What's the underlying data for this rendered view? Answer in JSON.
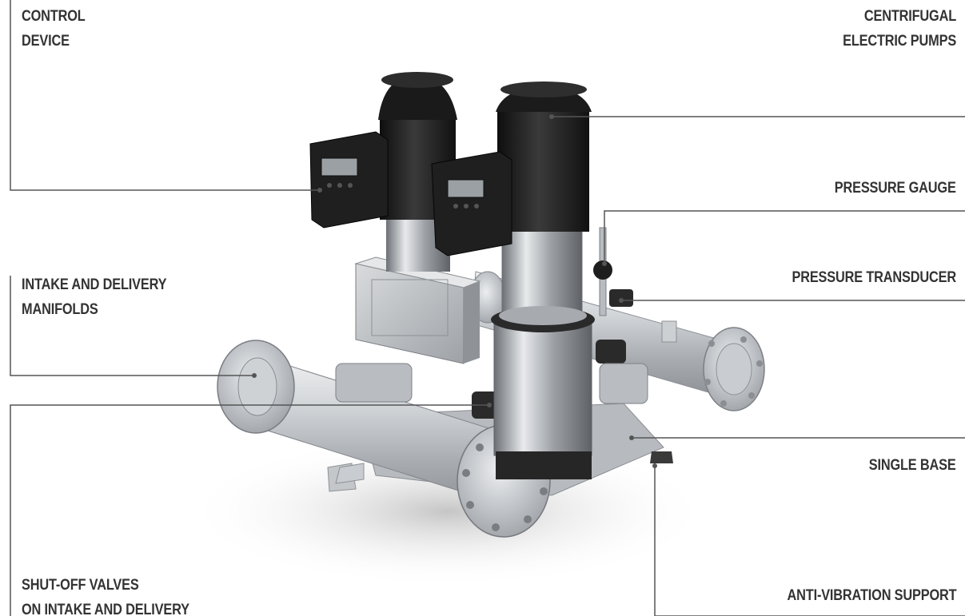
{
  "labels": {
    "control_device": [
      "CONTROL",
      "DEVICE"
    ],
    "centrifugal_pumps": [
      "CENTRIFUGAL",
      "ELECTRIC PUMPS"
    ],
    "pressure_gauge": [
      "PRESSURE GAUGE"
    ],
    "pressure_transducer": [
      "PRESSURE TRANSDUCER"
    ],
    "manifolds": [
      "INTAKE AND DELIVERY",
      "MANIFOLDS"
    ],
    "single_base": [
      "SINGLE BASE"
    ],
    "shutoff_valves": [
      "SHUT-OFF VALVES",
      "ON INTAKE AND DELIVERY"
    ],
    "anti_vibration": [
      "ANTI-VIBRATION SUPPORT"
    ]
  },
  "colors": {
    "text": "#333333",
    "leader_line": "#555555",
    "motor_black": "#1c1c1c",
    "steel": "#c9ccd0"
  }
}
